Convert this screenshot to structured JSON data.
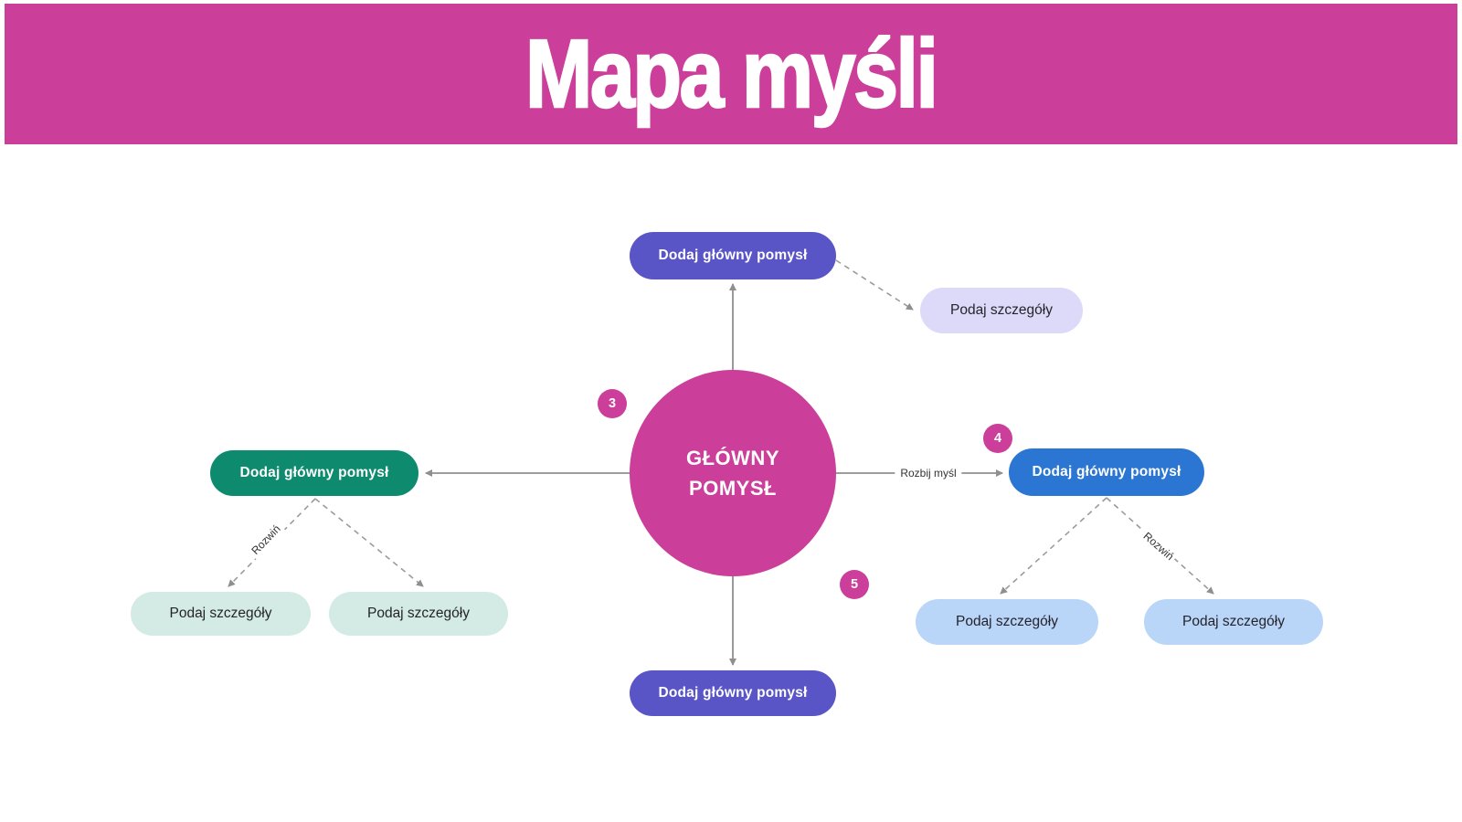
{
  "header": {
    "title": "Mapa myśli"
  },
  "colors": {
    "pink": "#cb3e9a",
    "purple": "#5955c6",
    "green": "#0e8a6e",
    "blue": "#2b76d2",
    "lavender": "#ddd9f8",
    "mint": "#d3ebe4",
    "light_blue": "#b9d5f8"
  },
  "diagram": {
    "center": {
      "label": "GŁÓWNY POMYSŁ"
    },
    "branches": {
      "top": {
        "label": "Dodaj główny pomysł"
      },
      "left": {
        "label": "Dodaj główny pomysł"
      },
      "right": {
        "label": "Dodaj główny pomysł"
      },
      "bottom": {
        "label": "Dodaj główny pomysł"
      }
    },
    "details": {
      "top_right": {
        "label": "Podaj szczegóły"
      },
      "left_a": {
        "label": "Podaj szczegóły"
      },
      "left_b": {
        "label": "Podaj szczegóły"
      },
      "right_a": {
        "label": "Podaj szczegóły"
      },
      "right_b": {
        "label": "Podaj szczegóły"
      }
    },
    "badges": {
      "three": "3",
      "four": "4",
      "five": "5"
    },
    "edge_labels": {
      "break_thought": "Rozbij myśl",
      "expand_left": "Rozwiń",
      "expand_right": "Rozwiń"
    }
  }
}
